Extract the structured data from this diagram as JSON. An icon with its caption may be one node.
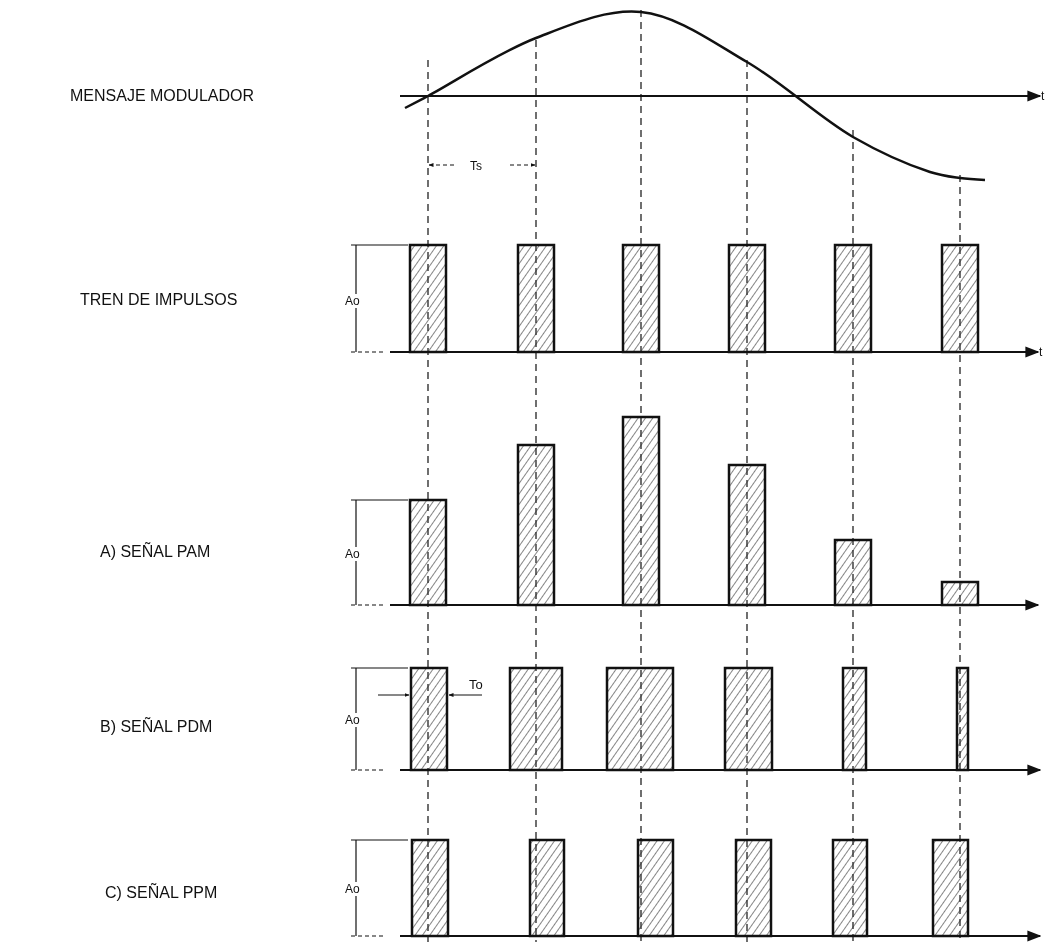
{
  "diagram": {
    "labels": [
      "MENSAJE MODULADOR",
      "t",
      "Ts",
      "TREN DE IMPULSOS",
      "Ao",
      "t",
      "A) SEÑAL PAM",
      "Ao",
      "B) SEÑAL PDM",
      "Ao",
      "To",
      "C) SEÑAL PPM",
      "Ao"
    ]
  }
}
